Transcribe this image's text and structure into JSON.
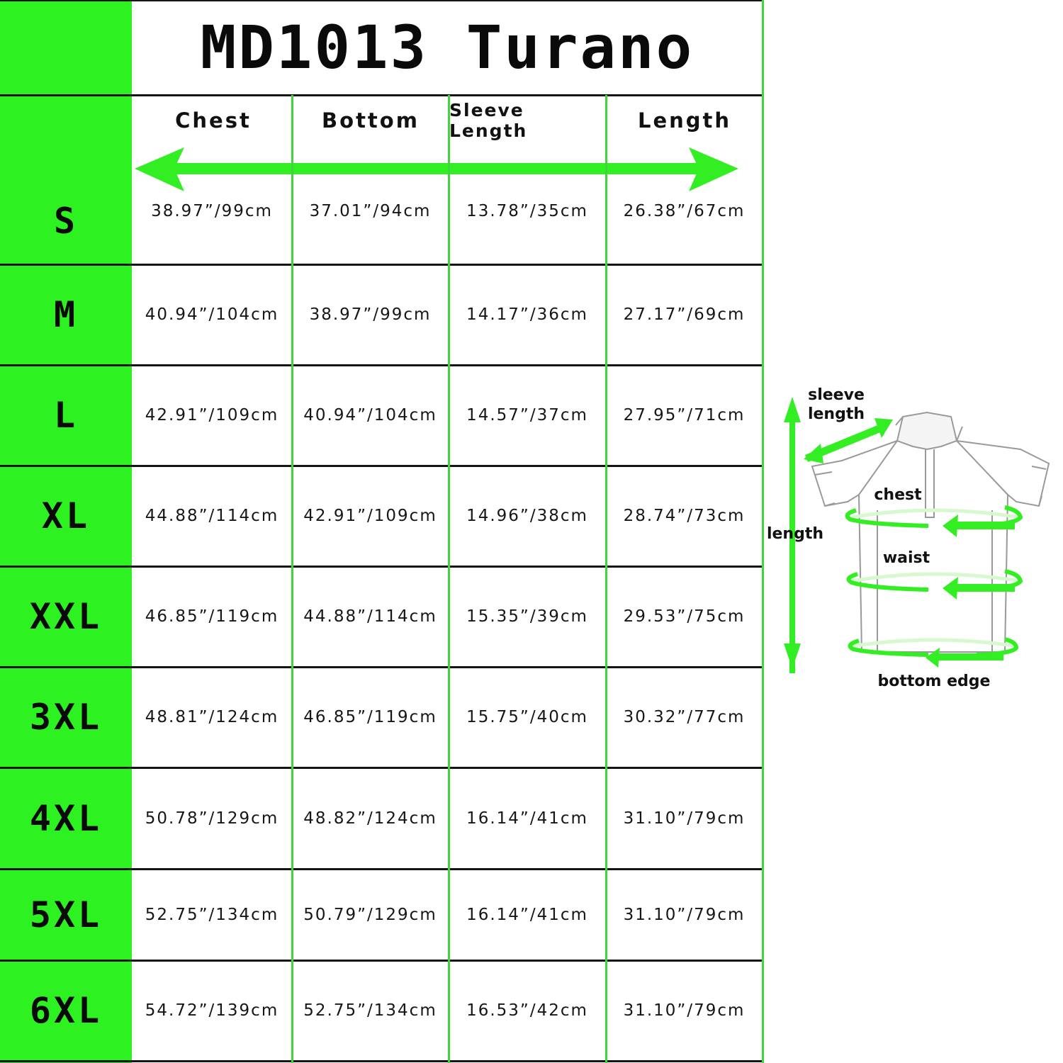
{
  "title": "MD1013 Turano",
  "columns": [
    "Chest",
    "Bottom",
    "Sleeve Length",
    "Length"
  ],
  "rows": [
    {
      "size": "S",
      "values": [
        "38.97”/99cm",
        "37.01”/94cm",
        "13.78”/35cm",
        "26.38”/67cm"
      ]
    },
    {
      "size": "M",
      "values": [
        "40.94”/104cm",
        "38.97”/99cm",
        "14.17”/36cm",
        "27.17”/69cm"
      ]
    },
    {
      "size": "L",
      "values": [
        "42.91”/109cm",
        "40.94”/104cm",
        "14.57”/37cm",
        "27.95”/71cm"
      ]
    },
    {
      "size": "XL",
      "values": [
        "44.88”/114cm",
        "42.91”/109cm",
        "14.96”/38cm",
        "28.74”/73cm"
      ]
    },
    {
      "size": "XXL",
      "values": [
        "46.85”/119cm",
        "44.88”/114cm",
        "15.35”/39cm",
        "29.53”/75cm"
      ]
    },
    {
      "size": "3XL",
      "values": [
        "48.81”/124cm",
        "46.85”/119cm",
        "15.75”/40cm",
        "30.32”/77cm"
      ]
    },
    {
      "size": "4XL",
      "values": [
        "50.78”/129cm",
        "48.82”/124cm",
        "16.14”/41cm",
        "31.10”/79cm"
      ]
    },
    {
      "size": "5XL",
      "values": [
        "52.75”/134cm",
        "50.79”/129cm",
        "16.14”/41cm",
        "31.10”/79cm"
      ]
    },
    {
      "size": "6XL",
      "values": [
        "54.72”/139cm",
        "52.75”/134cm",
        "16.53”/42cm",
        "31.10”/79cm"
      ]
    }
  ],
  "diagram": {
    "sleeve_label_line1": "sleeve",
    "sleeve_label_line2": "length",
    "chest_label": "chest",
    "length_label": "length",
    "waist_label": "waist",
    "bottom_label": "bottom edge"
  },
  "colors": {
    "accent_green": "#2ef122",
    "arrow_green": "#33ee22",
    "grid_dark": "#141414",
    "divider_green": "#3ed63a"
  }
}
